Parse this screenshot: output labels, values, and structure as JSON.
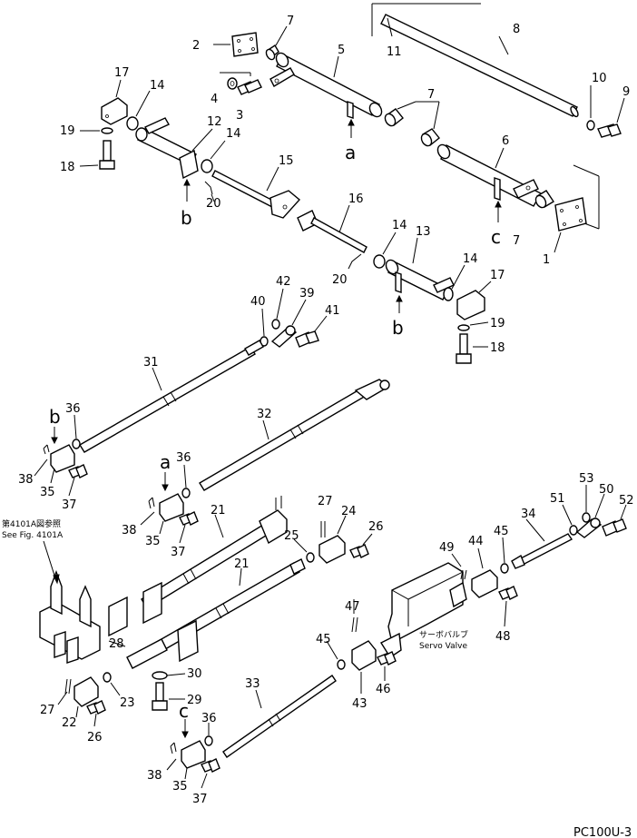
{
  "callouts": {
    "n1": "1",
    "n2": "2",
    "n3": "3",
    "n4": "4",
    "n5": "5",
    "n6": "6",
    "n7a": "7",
    "n7b": "7",
    "n7c": "7",
    "n8": "8",
    "n9": "9",
    "n10": "10",
    "n11": "11",
    "n12": "12",
    "n13": "13",
    "n14a": "14",
    "n14b": "14",
    "n14c": "14",
    "n14d": "14",
    "n15": "15",
    "n16": "16",
    "n17a": "17",
    "n17b": "17",
    "n18a": "18",
    "n18b": "18",
    "n19a": "19",
    "n19b": "19",
    "n20a": "20",
    "n20b": "20",
    "n21a": "21",
    "n21b": "21",
    "n22": "22",
    "n23": "23",
    "n24": "24",
    "n25": "25",
    "n26a": "26",
    "n26b": "26",
    "n27a": "27",
    "n27b": "27",
    "n28": "28",
    "n29": "29",
    "n30": "30",
    "n31": "31",
    "n32": "32",
    "n33": "33",
    "n34": "34",
    "n35a": "35",
    "n35b": "35",
    "n35c": "35",
    "n36a": "36",
    "n36b": "36",
    "n36c": "36",
    "n37a": "37",
    "n37b": "37",
    "n37c": "37",
    "n38a": "38",
    "n38b": "38",
    "n38c": "38",
    "n39": "39",
    "n40": "40",
    "n41": "41",
    "n42": "42",
    "n43": "43",
    "n44": "44",
    "n45a": "45",
    "n45b": "45",
    "n46": "46",
    "n47": "47",
    "n48": "48",
    "n49": "49",
    "n50": "50",
    "n51": "51",
    "n52": "52",
    "n53": "53"
  },
  "connectors": {
    "a1": "a",
    "a2": "a",
    "b1": "b",
    "b2": "b",
    "b3": "b",
    "c1": "c",
    "c2": "c"
  },
  "notes": {
    "fig_ref_jp": "第4101A図参照",
    "fig_ref_en": "See Fig. 4101A",
    "servo_jp": "サーボバルブ",
    "servo_en": "Servo Valve",
    "page_code": "PC100U-3"
  }
}
